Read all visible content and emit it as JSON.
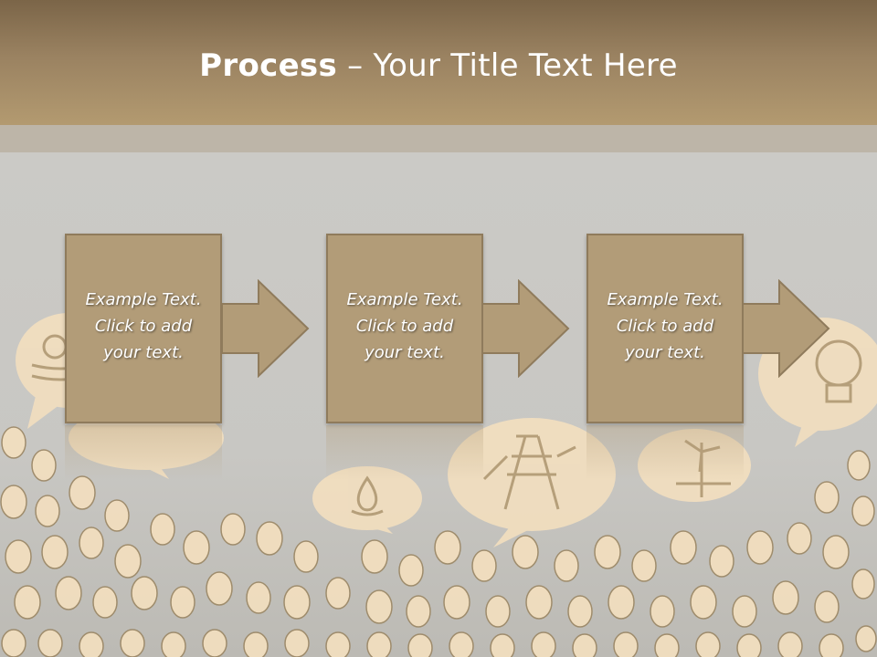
{
  "slide": {
    "title_bold": "Process",
    "title_rest": " – Your Title Text Here"
  },
  "steps": [
    {
      "line1": "Example Text.",
      "line2": "Click  to add",
      "line3": "your text."
    },
    {
      "line1": "Example Text.",
      "line2": "Click  to add",
      "line3": "your text."
    },
    {
      "line1": "Example Text.",
      "line2": "Click  to add",
      "line3": "your text."
    }
  ],
  "colors": {
    "header": "#9a8261",
    "box_fill": "#b29c78",
    "box_border": "#8f7b5c",
    "crowd": "#f3dfbf",
    "background": "#c9c7c2"
  },
  "icons": [
    "sun-bubble-icon",
    "water-drop-icon",
    "power-tower-icon",
    "wind-turbine-icon",
    "light-bulb-icon",
    "crowd-faces-icon"
  ]
}
